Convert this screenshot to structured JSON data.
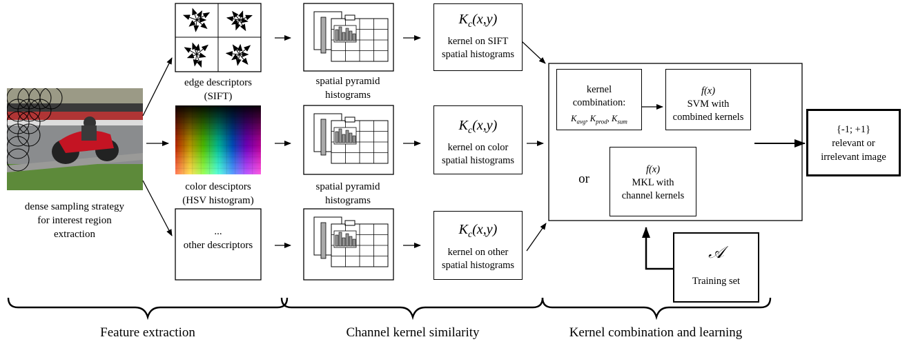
{
  "sampling_label": [
    "dense sampling strategy",
    "for interest region",
    "extraction"
  ],
  "descriptors": {
    "sift": [
      "edge descriptors",
      "(SIFT)"
    ],
    "color": [
      "color desciptors",
      "(HSV histogram)"
    ],
    "other": [
      "...",
      "other descriptors"
    ]
  },
  "pyramid_label": [
    "spatial pyramid",
    "histograms"
  ],
  "kernels": {
    "symbol": "Kc(x,y)",
    "sift": [
      "kernel on SIFT",
      "spatial histograms"
    ],
    "color": [
      "kernel on color",
      "spatial histograms"
    ],
    "other": [
      "kernel on other",
      "spatial histograms"
    ]
  },
  "combination": {
    "title": [
      "kernel",
      "combination:"
    ],
    "variants": "Kavg, Kprod, Ksum",
    "or": "or"
  },
  "svm": {
    "fx": "f(x)",
    "lines": [
      "SVM with",
      "combined kernels"
    ]
  },
  "mkl": {
    "fx": "f(x)",
    "lines": [
      "MKL with",
      "channel kernels"
    ]
  },
  "training": {
    "symbol": "𝒜",
    "label": "Training set"
  },
  "output": {
    "lines": [
      "{-1; +1}",
      "relevant or",
      "irrelevant image"
    ]
  },
  "phases": [
    "Feature extraction",
    "Channel kernel similarity",
    "Kernel combination and learning"
  ]
}
